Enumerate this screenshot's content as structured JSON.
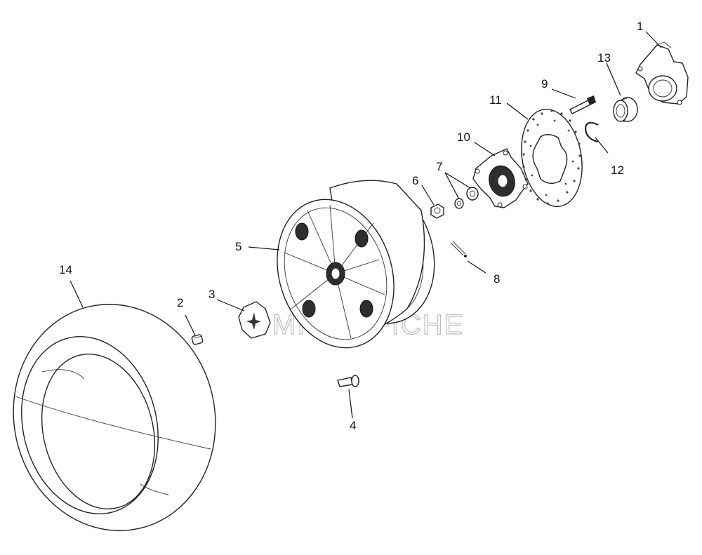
{
  "diagram": {
    "parts": [
      {
        "id": "part-1",
        "label": "1"
      },
      {
        "id": "part-2",
        "label": "2"
      },
      {
        "id": "part-3",
        "label": "3"
      },
      {
        "id": "part-4",
        "label": "4"
      },
      {
        "id": "part-5",
        "label": "5"
      },
      {
        "id": "part-6",
        "label": "6"
      },
      {
        "id": "part-7",
        "label": "7"
      },
      {
        "id": "part-8",
        "label": "8"
      },
      {
        "id": "part-9",
        "label": "9"
      },
      {
        "id": "part-10",
        "label": "10"
      },
      {
        "id": "part-11",
        "label": "11"
      },
      {
        "id": "part-12",
        "label": "12"
      },
      {
        "id": "part-13",
        "label": "13"
      },
      {
        "id": "part-14",
        "label": "14"
      }
    ]
  }
}
